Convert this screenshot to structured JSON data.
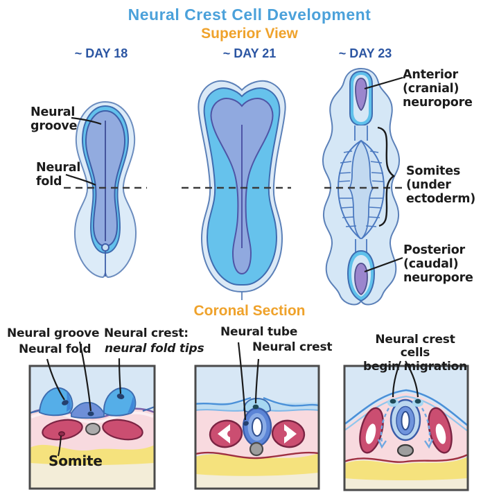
{
  "title": "Neural Crest Cell Development",
  "superior_view": {
    "heading": "Superior View",
    "stages": [
      {
        "day": "~ DAY 18",
        "labels": {
          "neural_groove": "Neural\ngroove",
          "neural_fold": "Neural\nfold"
        }
      },
      {
        "day": "~ DAY 21",
        "labels": {}
      },
      {
        "day": "~ DAY 23",
        "labels": {
          "anterior_neuropore": "Anterior\n(cranial)\nneuropore",
          "somites": "Somites\n(under\nectoderm)",
          "posterior_neuropore": "Posterior\n(caudal)\nneuropore"
        }
      }
    ]
  },
  "coronal_section": {
    "heading": "Coronal Section",
    "panels": [
      {
        "labels": {
          "groove": "Neural groove",
          "fold": "Neural fold",
          "crest_title": "Neural crest:",
          "crest_sub": "neural fold tips",
          "somite": "Somite"
        }
      },
      {
        "labels": {
          "tube": "Neural tube",
          "crest": "Neural crest"
        }
      },
      {
        "labels": {
          "migration": "Neural crest cells\nbegin migration"
        }
      }
    ]
  },
  "colors": {
    "title_blue": "#4BA1DA",
    "heading_orange": "#EFA22B",
    "day_navy": "#2B55A2",
    "label_ink": "#1C1C1C",
    "embryo_pale_blue": "#DCEBF8",
    "embryo_cyan": "#63C1EC",
    "embryo_periwinkle": "#92ABDF",
    "outline_navy": "#3D5EA8",
    "neuropore_purple": "#9B86CD",
    "panel_sky_blue": "#D7E7F5",
    "neural_fold_blue": "#55AEE8",
    "somite_raspberry": "#CB4E71",
    "somite_outline": "#7A2443",
    "mesoderm_pink": "#F8DADF",
    "notochord_gray": "#9E9E9E",
    "endoderm_yellow": "#F5E27D",
    "cream": "#F3EDD8",
    "dark_red_line": "#9E3040",
    "migration_arrow_blue": "#6FA8E2"
  }
}
